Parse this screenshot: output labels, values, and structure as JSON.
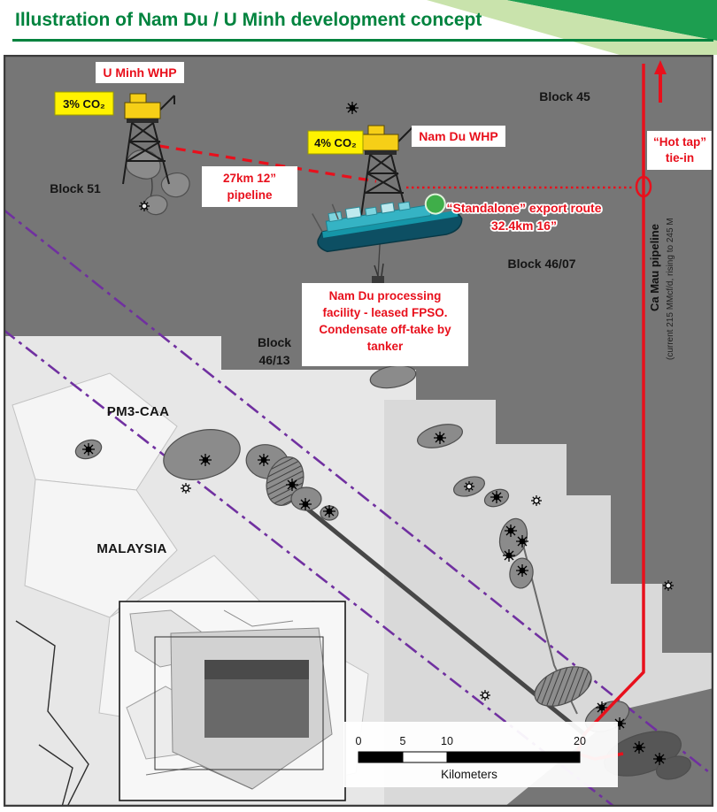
{
  "title": "Illustration of Nam Du / U Minh development concept",
  "colors": {
    "title_green": "#00833E",
    "ribbon_light_green": "#C9E3AC",
    "ribbon_dark_green": "#1D9E50",
    "annotation_red": "#E8101C",
    "co2_yellow": "#FFF200",
    "boundary_purple": "#7030A0",
    "map_dark_gray": "#767676",
    "map_light_gray": "#D9D9D9"
  },
  "map": {
    "blocks": {
      "block45": "Block 45",
      "block51": "Block 51",
      "block4607": "Block 46/07",
      "block4613_line1": "Block",
      "block4613_line2": "46/13",
      "pm3caa": "PM3-CAA",
      "malaysia": "MALAYSIA"
    },
    "platforms": {
      "uminh": {
        "label": "U Minh WHP",
        "co2": "3% CO₂"
      },
      "namdu": {
        "label": "Nam Du WHP",
        "co2": "4% CO₂"
      }
    },
    "pipeline27": {
      "lines": [
        "27km 12”",
        "pipeline"
      ]
    },
    "export_route": {
      "lines": [
        "“Standalone” export route",
        "32.4km 16”"
      ]
    },
    "hot_tap": {
      "lines": [
        "“Hot tap”",
        "tie-in"
      ]
    },
    "camau": {
      "name": "Ca Mau pipeline",
      "detail": "(current 215 MMcf/d, rising to 245 M"
    },
    "fpso_note": {
      "lines": [
        "Nam Du processing",
        "facility - leased FPSO.",
        "Condensate off-take by",
        "tanker"
      ]
    },
    "scalebar": {
      "ticks": [
        "0",
        "5",
        "10",
        "20"
      ],
      "unit": "Kilometers"
    },
    "icons": {
      "whp": "wellhead-platform-icon",
      "fpso": "fpso-vessel-icon",
      "well_filled": "well-symbol-filled",
      "well_open": "well-symbol-open"
    }
  }
}
